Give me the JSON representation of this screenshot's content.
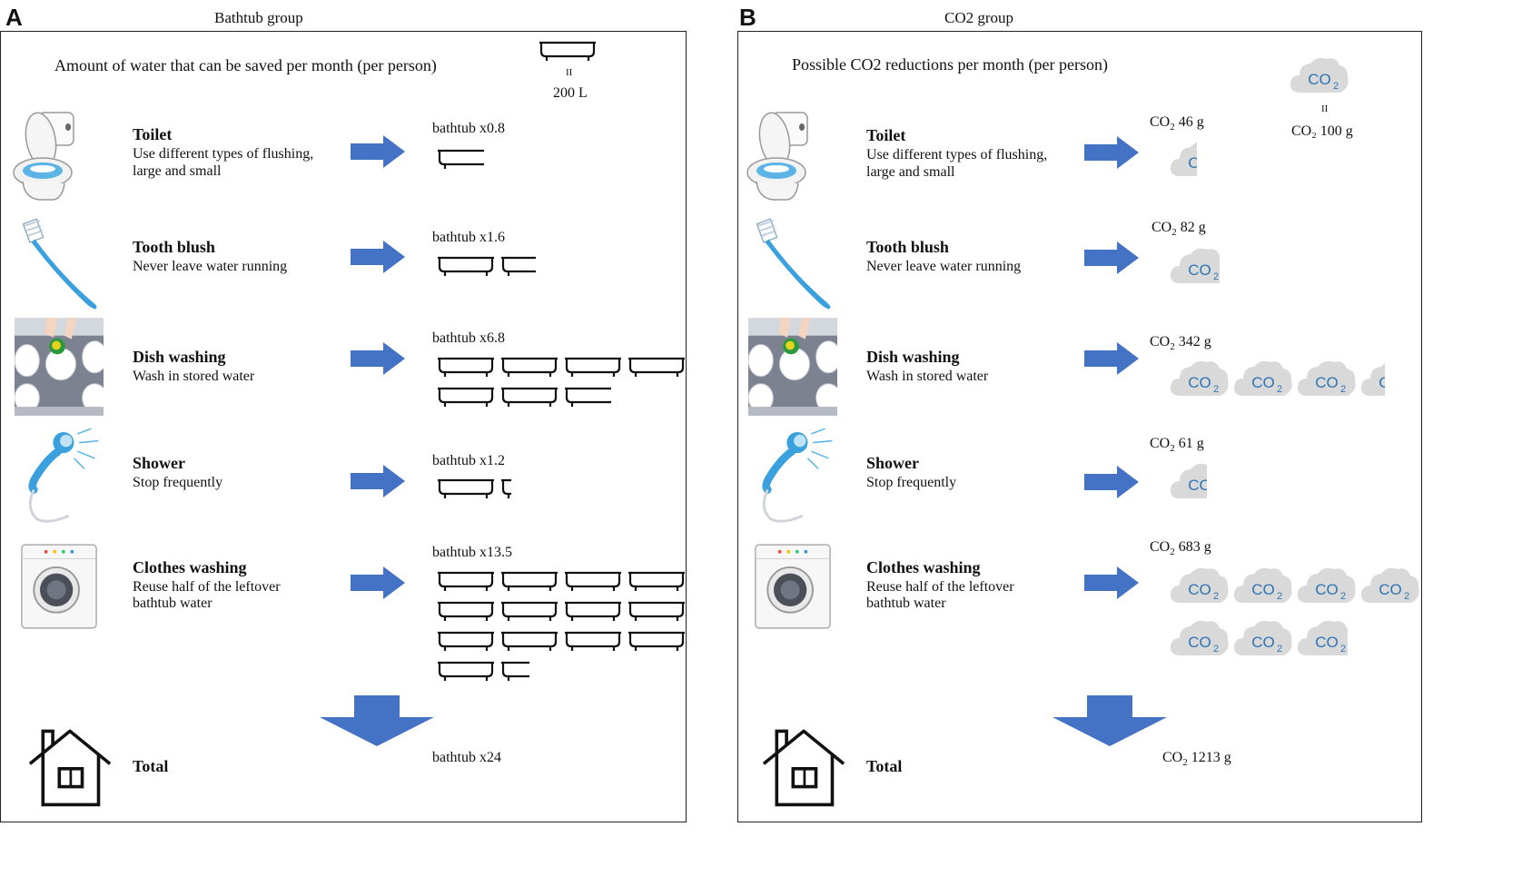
{
  "panels": {
    "a": {
      "letter": "A",
      "title": "Bathtub group",
      "intro": "Amount of water that can be saved per month (per person)",
      "reference": {
        "icon": "bathtub-icon",
        "equals": "II",
        "value": "200 L"
      },
      "total_label": "Total",
      "total_value": "bathtub x24",
      "rows": [
        {
          "title": "Toilet",
          "desc1": "Use different types of flushing,",
          "desc2": "large and small",
          "amount": "bathtub x0.8",
          "units": 0.8
        },
        {
          "title": "Tooth blush",
          "desc1": "Never leave water running",
          "desc2": "",
          "amount": "bathtub x1.6",
          "units": 1.6
        },
        {
          "title": "Dish washing",
          "desc1": "Wash in stored water",
          "desc2": "",
          "amount": "bathtub x6.8",
          "units": 6.8
        },
        {
          "title": "Shower",
          "desc1": "Stop frequently",
          "desc2": "",
          "amount": "bathtub x1.2",
          "units": 1.2
        },
        {
          "title": "Clothes washing",
          "desc1": "Reuse half of the leftover",
          "desc2": "bathtub water",
          "amount": "bathtub x13.5",
          "units": 13.5
        }
      ]
    },
    "b": {
      "letter": "B",
      "title": "CO2 group",
      "intro": "Possible CO2 reductions per month (per person)",
      "reference": {
        "icon": "co2-cloud-icon",
        "equals": "II",
        "value": "CO₂ 100 g"
      },
      "total_label": "Total",
      "total_co2": "CO",
      "total_co2_sub": "2",
      "total_value": "1213 g",
      "rows": [
        {
          "title": "Toilet",
          "desc1": "Use different types of flushing,",
          "desc2": "large and small",
          "co2": "CO",
          "co2_sub": "2",
          "amount": "46 g",
          "units": 0.46
        },
        {
          "title": "Tooth blush",
          "desc1": "Never leave water running",
          "desc2": "",
          "co2": "CO",
          "co2_sub": "2",
          "amount": "82 g",
          "units": 0.82
        },
        {
          "title": "Dish washing",
          "desc1": "Wash in stored water",
          "desc2": "",
          "co2": "CO",
          "co2_sub": "2",
          "amount": "342 g",
          "units": 3.42
        },
        {
          "title": "Shower",
          "desc1": "Stop frequently",
          "desc2": "",
          "co2": "CO",
          "co2_sub": "2",
          "amount": "61 g",
          "units": 0.61
        },
        {
          "title": "Clothes washing",
          "desc1": "Reuse half of the leftover",
          "desc2": "bathtub water",
          "co2": "CO",
          "co2_sub": "2",
          "amount": "683 g",
          "units": 6.83
        }
      ]
    }
  },
  "cloud_text": "CO",
  "cloud_sub": "2",
  "colors": {
    "arrow": "#4472c4",
    "cloud": "#d9d9d9",
    "co2_text": "#2e75b6",
    "water": "#5bb4e5"
  }
}
